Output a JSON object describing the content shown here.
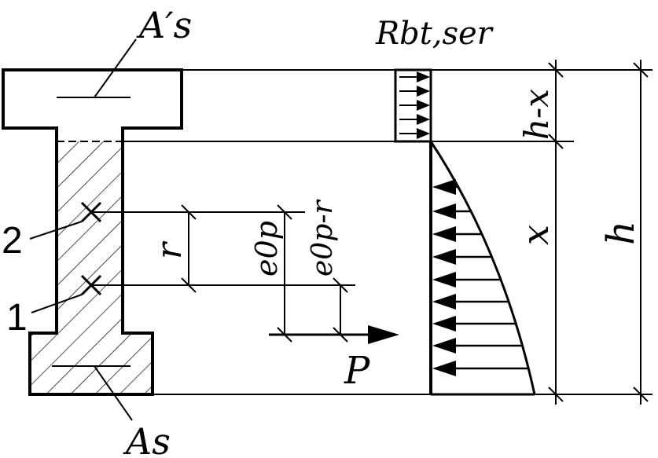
{
  "labels": {
    "top_reinforcement": "A′s",
    "bottom_reinforcement": "As",
    "tensile_strength": "Rbt,ser",
    "point_2": "2",
    "point_1": "1",
    "dim_r": "r",
    "dim_e0p": "e0p",
    "dim_e0p_minus_r": "e0p-r",
    "force": "P",
    "dim_h_minus_x": "h-x",
    "dim_x": "x",
    "dim_h": "h"
  }
}
